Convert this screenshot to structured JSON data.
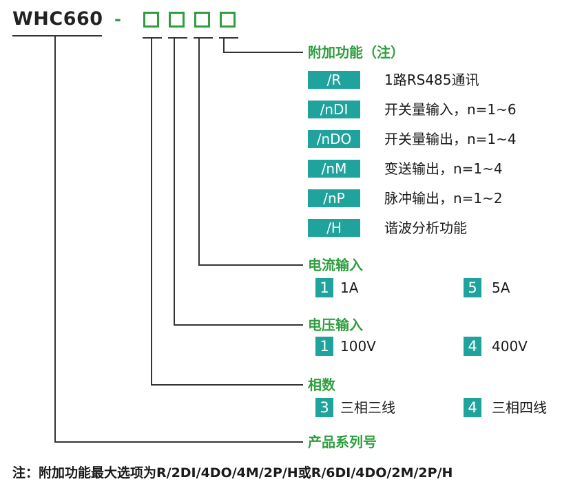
{
  "model": "WHC660",
  "separator": "-",
  "slot_count": 4,
  "groups": {
    "functions": {
      "title": "附加功能（注）",
      "items": [
        {
          "code": "/R",
          "label": "1路RS485通讯"
        },
        {
          "code": "/nDI",
          "label": "开关量输入，n=1~6"
        },
        {
          "code": "/nDO",
          "label": "开关量输出，n=1~4"
        },
        {
          "code": "/nM",
          "label": "变送输出，n=1~4"
        },
        {
          "code": "/nP",
          "label": "脉冲输出，n=1~2"
        },
        {
          "code": "/H",
          "label": "谐波分析功能"
        }
      ]
    },
    "current": {
      "title": "电流输入",
      "options": [
        {
          "num": "1",
          "label": "1A"
        },
        {
          "num": "5",
          "label": "5A"
        }
      ]
    },
    "voltage": {
      "title": "电压输入",
      "options": [
        {
          "num": "1",
          "label": "100V"
        },
        {
          "num": "4",
          "label": "400V"
        }
      ]
    },
    "phase": {
      "title": "相数",
      "options": [
        {
          "num": "3",
          "label": "三相三线"
        },
        {
          "num": "4",
          "label": "三相四线"
        }
      ]
    },
    "series": {
      "title": "产品系列号"
    }
  },
  "note": "注：附加功能最大选项为R/2DI/4DO/4M/2P/H或R/6DI/4DO/2M/2P/H",
  "colors": {
    "accent_green": "#2e9e3e",
    "code_teal": "#1fa39c",
    "line": "#333333"
  }
}
